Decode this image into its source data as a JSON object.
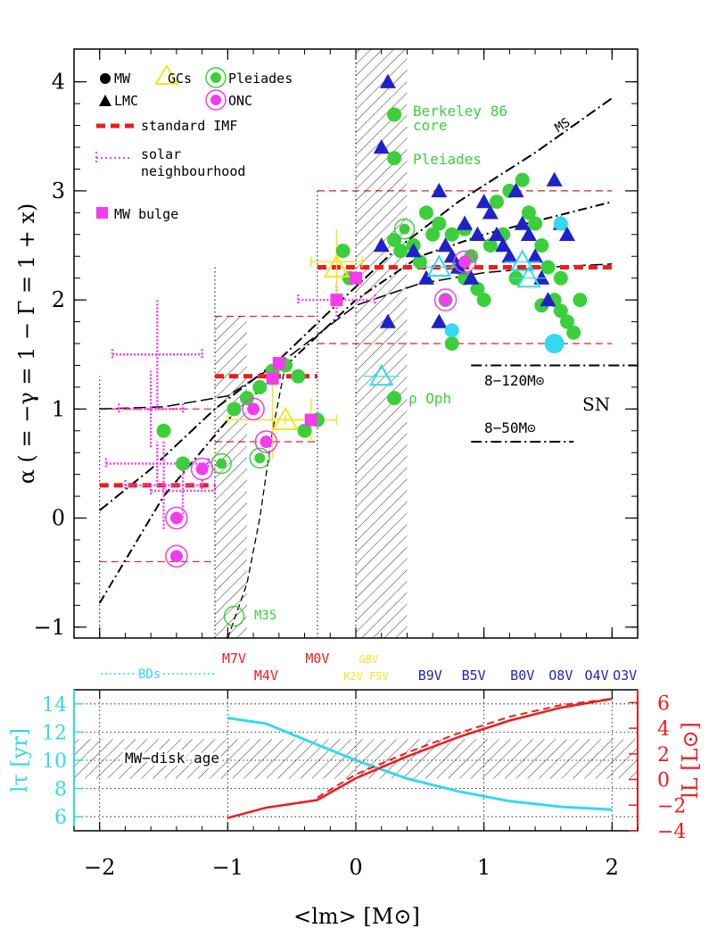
{
  "colors": {
    "mw": "#3ccf3c",
    "lmc": "#1f22c8",
    "cyan": "#33d9f0",
    "magenta": "#f33cf0",
    "yellow": "#f5e61e",
    "red": "#ee1c1c",
    "black": "#000000"
  },
  "chart_data": [
    {
      "type": "scatter",
      "panel": "top",
      "ylabel": "α ( = −γ = 1 − Γ = 1 + x)",
      "xlim": [
        -2.2,
        2.2
      ],
      "ylim": [
        -1.1,
        4.3
      ],
      "x_ticks": [
        -2,
        -1,
        0,
        1,
        2
      ],
      "y_ticks": [
        -1,
        0,
        1,
        2,
        3,
        4
      ],
      "y_tick_labels": [
        "−1",
        "0",
        "1",
        "2",
        "3",
        "4"
      ],
      "legend": {
        "placement": "top-left",
        "items": [
          {
            "label": "MW",
            "marker": "filled-circle"
          },
          {
            "label": "GCs",
            "marker": "open-triangle",
            "color": "yellow"
          },
          {
            "label": "Pleiades",
            "marker": "ringed-circle",
            "color": "mw"
          },
          {
            "label": "LMC",
            "marker": "filled-triangle"
          },
          {
            "label": "ONC",
            "marker": "ringed-circle",
            "color": "magenta"
          },
          {
            "label": "standard IMF",
            "marker": "red-dashed-line"
          },
          {
            "label": "solar",
            "marker": "magenta-dotted-line"
          },
          {
            "label": "neighbourhood",
            "marker": "none"
          },
          {
            "label": "MW bulge",
            "marker": "filled-square"
          }
        ]
      },
      "annotations": {
        "berkeley_line1": "Berkeley 86",
        "berkeley_line2": "core",
        "pleiades": "Pleiades",
        "rho_oph": "ρ Oph",
        "m35": "M35",
        "ms": "MS",
        "sn": "SN",
        "sn_range1": "8−120M⊙",
        "sn_range2": "8−50M⊙"
      },
      "standard_imf": [
        {
          "x": [
            -2.0,
            -1.1
          ],
          "y": 0.3
        },
        {
          "x": [
            -1.1,
            -0.3
          ],
          "y": 1.3
        },
        {
          "x": [
            -0.3,
            2.0
          ],
          "y": 2.3
        }
      ],
      "standard_imf_uncertainty": [
        {
          "x": [
            -2.0,
            -1.1
          ],
          "y": [
            -0.4,
            1.0
          ]
        },
        {
          "x": [
            -1.1,
            -0.3
          ],
          "y": [
            0.7,
            1.85
          ]
        },
        {
          "x": [
            -0.3,
            2.0
          ],
          "y": [
            1.6,
            3.0
          ]
        }
      ],
      "boundaries_x": [
        -2.0,
        -1.1,
        -0.3,
        0.0
      ],
      "hatched_x_ranges": [
        [
          -1.1,
          -0.85
        ],
        [
          0.0,
          0.4
        ]
      ],
      "mw_points": [
        [
          -1.5,
          0.8
        ],
        [
          -1.35,
          0.5
        ],
        [
          -0.95,
          1.0
        ],
        [
          -0.85,
          1.1
        ],
        [
          -0.75,
          1.2
        ],
        [
          -0.65,
          1.35
        ],
        [
          -0.55,
          1.4
        ],
        [
          -0.45,
          1.3
        ],
        [
          -0.4,
          0.8
        ],
        [
          -0.3,
          0.9
        ],
        [
          -0.1,
          2.45
        ],
        [
          -0.05,
          2.2
        ],
        [
          0.45,
          2.5
        ],
        [
          0.55,
          2.8
        ],
        [
          0.65,
          2.7
        ],
        [
          0.75,
          2.6
        ],
        [
          0.8,
          2.3
        ],
        [
          0.85,
          2.2
        ],
        [
          0.9,
          2.4
        ],
        [
          0.95,
          2.1
        ],
        [
          1.0,
          2.0
        ],
        [
          1.05,
          2.5
        ],
        [
          1.1,
          2.9
        ],
        [
          1.15,
          2.6
        ],
        [
          1.2,
          3.0
        ],
        [
          1.3,
          3.1
        ],
        [
          1.35,
          2.8
        ],
        [
          1.4,
          2.7
        ],
        [
          1.45,
          2.5
        ],
        [
          1.5,
          2.3
        ],
        [
          1.55,
          2.0
        ],
        [
          1.6,
          1.9
        ],
        [
          1.65,
          1.8
        ],
        [
          1.7,
          1.7
        ],
        [
          1.75,
          2.0
        ],
        [
          0.6,
          2.6
        ],
        [
          0.7,
          2.0
        ],
        [
          0.75,
          1.6
        ],
        [
          0.3,
          2.55
        ],
        [
          0.35,
          2.45
        ],
        [
          0.5,
          2.35
        ],
        [
          0.85,
          2.65
        ],
        [
          1.25,
          2.2
        ],
        [
          1.45,
          1.95
        ],
        [
          1.6,
          2.2
        ]
      ],
      "mw_highlight_points": [
        [
          0.3,
          3.7
        ],
        [
          0.3,
          3.3
        ],
        [
          0.3,
          1.1
        ]
      ],
      "pleiades_ringed": [
        [
          -1.05,
          0.5
        ],
        [
          -0.75,
          0.55
        ],
        [
          0.38,
          2.65
        ],
        [
          -0.95,
          -0.9
        ]
      ],
      "lmc_points": [
        [
          0.25,
          4.0
        ],
        [
          0.2,
          3.4
        ],
        [
          0.25,
          1.8
        ],
        [
          0.55,
          2.2
        ],
        [
          0.65,
          3.0
        ],
        [
          0.7,
          2.5
        ],
        [
          0.75,
          2.4
        ],
        [
          0.8,
          2.3
        ],
        [
          0.85,
          2.7
        ],
        [
          0.9,
          2.2
        ],
        [
          1.0,
          2.9
        ],
        [
          1.05,
          2.8
        ],
        [
          1.1,
          2.6
        ],
        [
          1.15,
          2.5
        ],
        [
          1.2,
          2.4
        ],
        [
          1.25,
          3.0
        ],
        [
          1.3,
          2.7
        ],
        [
          1.35,
          2.6
        ],
        [
          1.4,
          2.4
        ],
        [
          1.45,
          2.2
        ],
        [
          1.5,
          2.0
        ],
        [
          1.55,
          3.1
        ],
        [
          1.6,
          2.7
        ],
        [
          1.65,
          2.6
        ],
        [
          0.65,
          1.8
        ],
        [
          0.45,
          2.45
        ],
        [
          0.95,
          2.6
        ],
        [
          0.2,
          2.5
        ]
      ],
      "cyan_points": [
        [
          0.75,
          1.72
        ],
        [
          1.55,
          1.6
        ],
        [
          1.6,
          2.7
        ]
      ],
      "cyan_open_triangles": [
        [
          0.2,
          1.3
        ],
        [
          0.65,
          2.3
        ],
        [
          1.3,
          2.35
        ],
        [
          1.35,
          2.2
        ]
      ],
      "magenta_ringed": [
        [
          -1.4,
          0.0
        ],
        [
          -1.4,
          -0.35
        ],
        [
          -1.2,
          0.45
        ],
        [
          -0.8,
          1.0
        ],
        [
          -0.7,
          0.7
        ],
        [
          0.7,
          2.0
        ],
        [
          0.85,
          2.35
        ]
      ],
      "bulge_squares": [
        [
          -0.6,
          1.42
        ],
        [
          -0.65,
          1.28
        ],
        [
          -0.35,
          0.9
        ],
        [
          -0.15,
          2.0
        ],
        [
          0.0,
          2.2
        ]
      ],
      "gc_triangles": [
        [
          -0.55,
          0.9
        ],
        [
          -0.15,
          2.3
        ]
      ],
      "magenta_error_bars": [
        [
          -1.55,
          1.5,
          0.35,
          0.5
        ],
        [
          -1.6,
          1.0,
          0.25,
          0.35
        ],
        [
          -1.55,
          0.5,
          0.4,
          0.2
        ],
        [
          -1.5,
          0.3,
          0.3,
          0.4
        ],
        [
          -1.35,
          0.25,
          0.25,
          0.25
        ],
        [
          -0.15,
          2.0,
          0.3,
          0.15
        ]
      ],
      "gc_error_bars": [
        [
          -0.65,
          0.9,
          0.35,
          0.35
        ],
        [
          -0.35,
          0.9,
          0.2,
          0.2
        ],
        [
          -0.15,
          2.35,
          0.2,
          0.3
        ]
      ],
      "curves": {
        "ms_solid_dotdash": [
          [
            -2.0,
            0.07
          ],
          [
            -1.6,
            0.45
          ],
          [
            -1.1,
            1.0
          ],
          [
            -0.6,
            1.45
          ],
          [
            -0.2,
            1.9
          ],
          [
            0.3,
            2.45
          ],
          [
            0.8,
            2.9
          ],
          [
            1.4,
            3.35
          ],
          [
            2.0,
            3.85
          ]
        ],
        "sn_120_dotdash": [
          [
            -2.0,
            -0.78
          ],
          [
            -1.5,
            0.2
          ],
          [
            -1.0,
            0.9
          ],
          [
            -0.5,
            1.45
          ],
          [
            0.0,
            2.0
          ],
          [
            0.5,
            2.4
          ],
          [
            1.0,
            2.6
          ],
          [
            1.5,
            2.75
          ],
          [
            2.0,
            2.9
          ]
        ],
        "sn_50_longdash": [
          [
            -2.0,
            1.0
          ],
          [
            -1.5,
            1.02
          ],
          [
            -1.0,
            1.12
          ],
          [
            -0.5,
            1.5
          ],
          [
            0.0,
            1.95
          ],
          [
            0.5,
            2.15
          ],
          [
            1.0,
            2.25
          ],
          [
            1.5,
            2.3
          ],
          [
            2.0,
            2.33
          ]
        ],
        "steep_dash": [
          [
            -1.0,
            -1.1
          ],
          [
            -0.85,
            -0.6
          ],
          [
            -0.75,
            0.0
          ],
          [
            -0.65,
            0.8
          ],
          [
            -0.55,
            1.4
          ]
        ]
      },
      "sn_keys": [
        {
          "label": "8−120M⊙",
          "x": [
            0.9,
            2.2
          ],
          "y": 1.4,
          "style": "dotdash"
        },
        {
          "label": "8−50M⊙",
          "x": [
            0.9,
            1.7
          ],
          "y": 0.7,
          "style": "dotdash"
        }
      ]
    },
    {
      "type": "line",
      "panel": "bottom",
      "xlabel": "<lm> [M⊙]",
      "ylabel_left": "lτ [yr]",
      "ylabel_right": "lL [L⊙]",
      "xlim": [
        -2.2,
        2.2
      ],
      "ylim_left": [
        5,
        15
      ],
      "ylim_right": [
        -4,
        7
      ],
      "x_ticks": [
        -2,
        -1,
        0,
        1,
        2
      ],
      "x_tick_labels": [
        "−2",
        "−1",
        "0",
        "1",
        "2"
      ],
      "left_ticks": [
        6,
        8,
        10,
        12,
        14
      ],
      "right_ticks": [
        -4,
        -2,
        0,
        2,
        4,
        6
      ],
      "right_tick_labels": [
        "−4",
        "−2",
        "0",
        "2",
        "4",
        "6"
      ],
      "band_label": "MW−disk age",
      "band_left": [
        8.7,
        11.5
      ],
      "lifetime": {
        "x": [
          -1.0,
          -0.7,
          -0.3,
          0.0,
          0.4,
          0.8,
          1.2,
          1.6,
          2.0
        ],
        "y": [
          13.0,
          12.6,
          11.1,
          10.0,
          8.7,
          7.8,
          7.1,
          6.7,
          6.5
        ]
      },
      "luminosity": {
        "x": [
          -1.0,
          -0.7,
          -0.3,
          0.0,
          0.4,
          0.8,
          1.2,
          1.6,
          2.0
        ],
        "y": [
          -3.0,
          -2.2,
          -1.6,
          0.1,
          1.8,
          3.3,
          4.6,
          5.6,
          6.3
        ]
      },
      "luminosity_dashed": {
        "x": [
          -0.3,
          0.0,
          0.4,
          0.8,
          1.2,
          1.6,
          2.0
        ],
        "y": [
          -1.4,
          0.4,
          2.1,
          3.6,
          4.9,
          5.8,
          6.3
        ]
      },
      "spectral_types": [
        {
          "label": "M7V",
          "x": -0.95,
          "row": 0,
          "color": "red"
        },
        {
          "label": "M4V",
          "x": -0.7,
          "row": 1,
          "color": "red"
        },
        {
          "label": "M0V",
          "x": -0.3,
          "row": 0,
          "color": "red"
        },
        {
          "label": "G8V",
          "x": 0.1,
          "row": 0,
          "color": "yellow"
        },
        {
          "label": "K2V",
          "x": -0.02,
          "row": 1,
          "color": "yellow"
        },
        {
          "label": "F5V",
          "x": 0.18,
          "row": 1,
          "color": "yellow"
        },
        {
          "label": "B9V",
          "x": 0.58,
          "row": 1,
          "color": "lmc"
        },
        {
          "label": "B5V",
          "x": 0.92,
          "row": 1,
          "color": "lmc"
        },
        {
          "label": "B0V",
          "x": 1.3,
          "row": 1,
          "color": "lmc"
        },
        {
          "label": "O8V",
          "x": 1.6,
          "row": 1,
          "color": "lmc"
        },
        {
          "label": "O4V",
          "x": 1.88,
          "row": 1,
          "color": "lmc"
        },
        {
          "label": "O3V",
          "x": 2.1,
          "row": 1,
          "color": "lmc"
        }
      ],
      "bds_label": "BDs"
    }
  ]
}
